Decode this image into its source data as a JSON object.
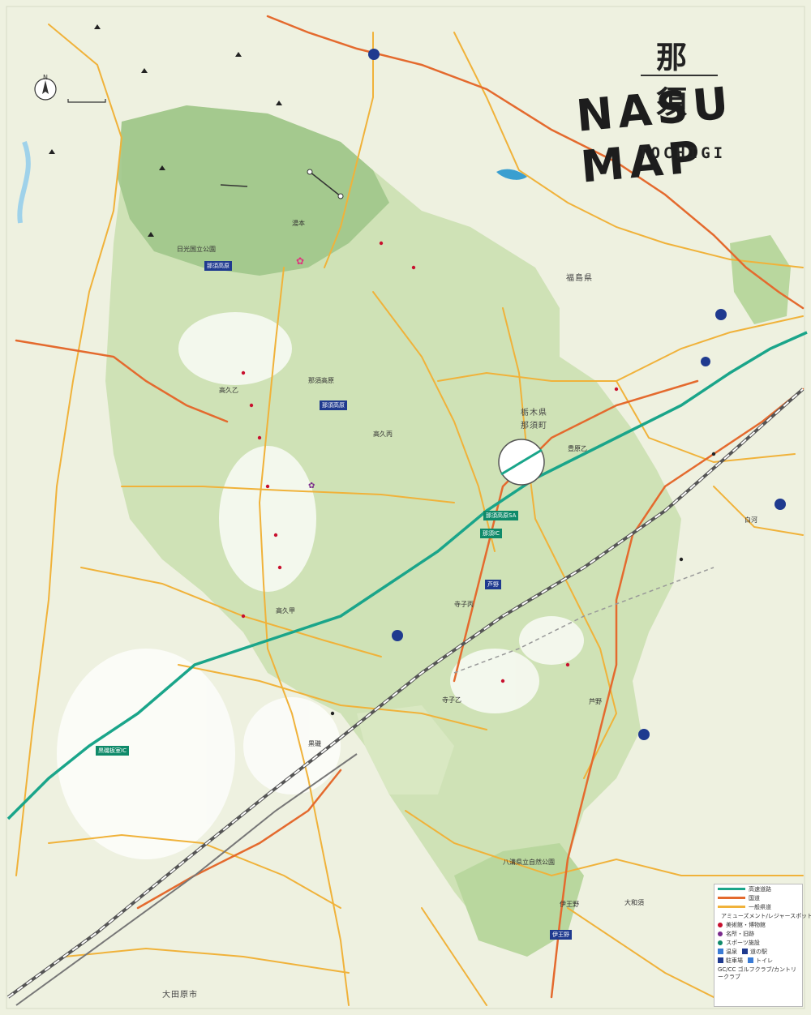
{
  "title": {
    "japanese": "那 須",
    "english": "NASU MAP",
    "subtitle": "TOCHIGI"
  },
  "compass": {
    "letter": "N"
  },
  "colors": {
    "expressway": "#1aa58a",
    "national_road": "#e46a2e",
    "general_road": "#f0b23a",
    "land": "#eef1e0",
    "park_light": "#cfe2b6",
    "park_dark": "#9fc68a",
    "town": "#ffffff",
    "water": "#9fd2ea",
    "railway": "#555555"
  },
  "legend": {
    "lines": [
      {
        "label": "高速道路",
        "color": "#1aa58a"
      },
      {
        "label": "国道",
        "color": "#e46a2e"
      },
      {
        "label": "一般県道",
        "color": "#f0b23a"
      }
    ],
    "categories": [
      {
        "label": "アミューズメント/レジャースポット",
        "color": "#c8102e"
      },
      {
        "label": "美術館・博物館",
        "color": "#c8102e"
      },
      {
        "label": "名所・旧跡",
        "color": "#7a2a8c"
      },
      {
        "label": "スポーツ施設",
        "color": "#0f8a6a"
      }
    ],
    "facilities": [
      {
        "label": "温泉",
        "color": "#3a7bd5"
      },
      {
        "label": "道の駅",
        "color": "#1f3a8f"
      },
      {
        "label": "駐車場",
        "color": "#1f3a8f"
      },
      {
        "label": "トイレ",
        "color": "#3a7bd5"
      }
    ],
    "golf_note": "GC/CC ゴルフクラブ/カントリークラブ"
  },
  "labels": [
    {
      "text": "福島県",
      "class": "lbl-big"
    },
    {
      "text": "栃木県",
      "class": "lbl-big"
    },
    {
      "text": "那須町",
      "class": "lbl-big"
    },
    {
      "text": "高久乙",
      "class": ""
    },
    {
      "text": "高久丙",
      "class": ""
    },
    {
      "text": "高久甲",
      "class": ""
    },
    {
      "text": "寺子乙",
      "class": ""
    },
    {
      "text": "寺子丙",
      "class": ""
    },
    {
      "text": "湯本",
      "class": ""
    },
    {
      "text": "芦野",
      "class": ""
    },
    {
      "text": "伊王野",
      "class": ""
    },
    {
      "text": "豊原乙",
      "class": ""
    },
    {
      "text": "大和須",
      "class": ""
    },
    {
      "text": "白河",
      "class": ""
    },
    {
      "text": "黒磯",
      "class": ""
    },
    {
      "text": "大田原市",
      "class": "lbl-big"
    },
    {
      "text": "八溝県立自然公園",
      "class": ""
    },
    {
      "text": "日光国立公園",
      "class": ""
    },
    {
      "text": "那須高原",
      "class": ""
    }
  ],
  "badges": [
    {
      "text": "那須高原",
      "variant": "blue"
    },
    {
      "text": "那須高原",
      "variant": "blue"
    },
    {
      "text": "芦野",
      "variant": "blue"
    },
    {
      "text": "伊王野",
      "variant": "blue"
    },
    {
      "text": "那須IC",
      "variant": "green"
    },
    {
      "text": "黒磯板室IC",
      "variant": "green"
    },
    {
      "text": "那須高原SA",
      "variant": "green"
    }
  ]
}
